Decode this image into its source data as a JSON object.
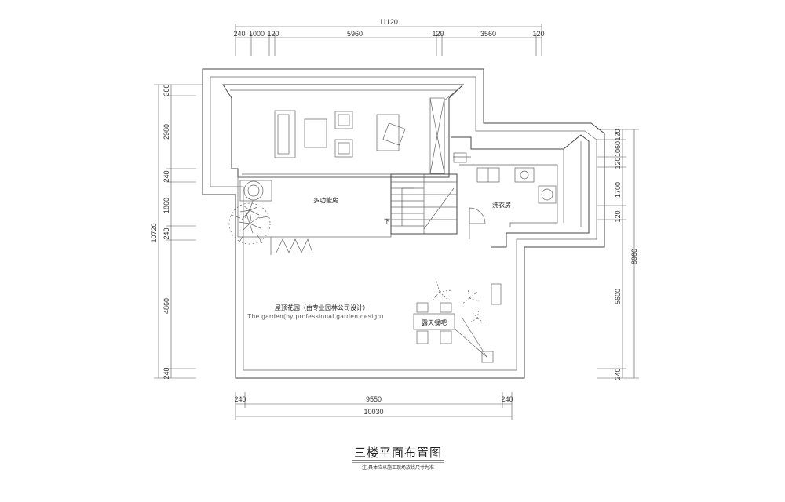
{
  "drawing": {
    "title": "三楼平面布置图",
    "note": "注:具体应以施工现场放线尺寸为准"
  },
  "rooms": {
    "multi_function": "多功能房",
    "laundry": "洗衣房",
    "garden_cn": "屋顶花园（由专业园林公司设计）",
    "garden_en": "The garden(by professional garden design)",
    "open_air_dining": "露天餐吧",
    "stair_down": "下"
  },
  "dimensions": {
    "top_total": "11120",
    "top_segments": [
      "240",
      "1000",
      "120",
      "5960",
      "120",
      "3560",
      "120"
    ],
    "bottom_total": "10030",
    "bottom_segments": [
      "240",
      "9550",
      "240"
    ],
    "left_total": "10720",
    "left_segments": [
      "300",
      "2980",
      "240",
      "1860",
      "240",
      "4860",
      "240"
    ],
    "right_total": "8960",
    "right_segments": [
      "120",
      "1060",
      "120",
      "1700",
      "120",
      "5600",
      "240"
    ]
  }
}
